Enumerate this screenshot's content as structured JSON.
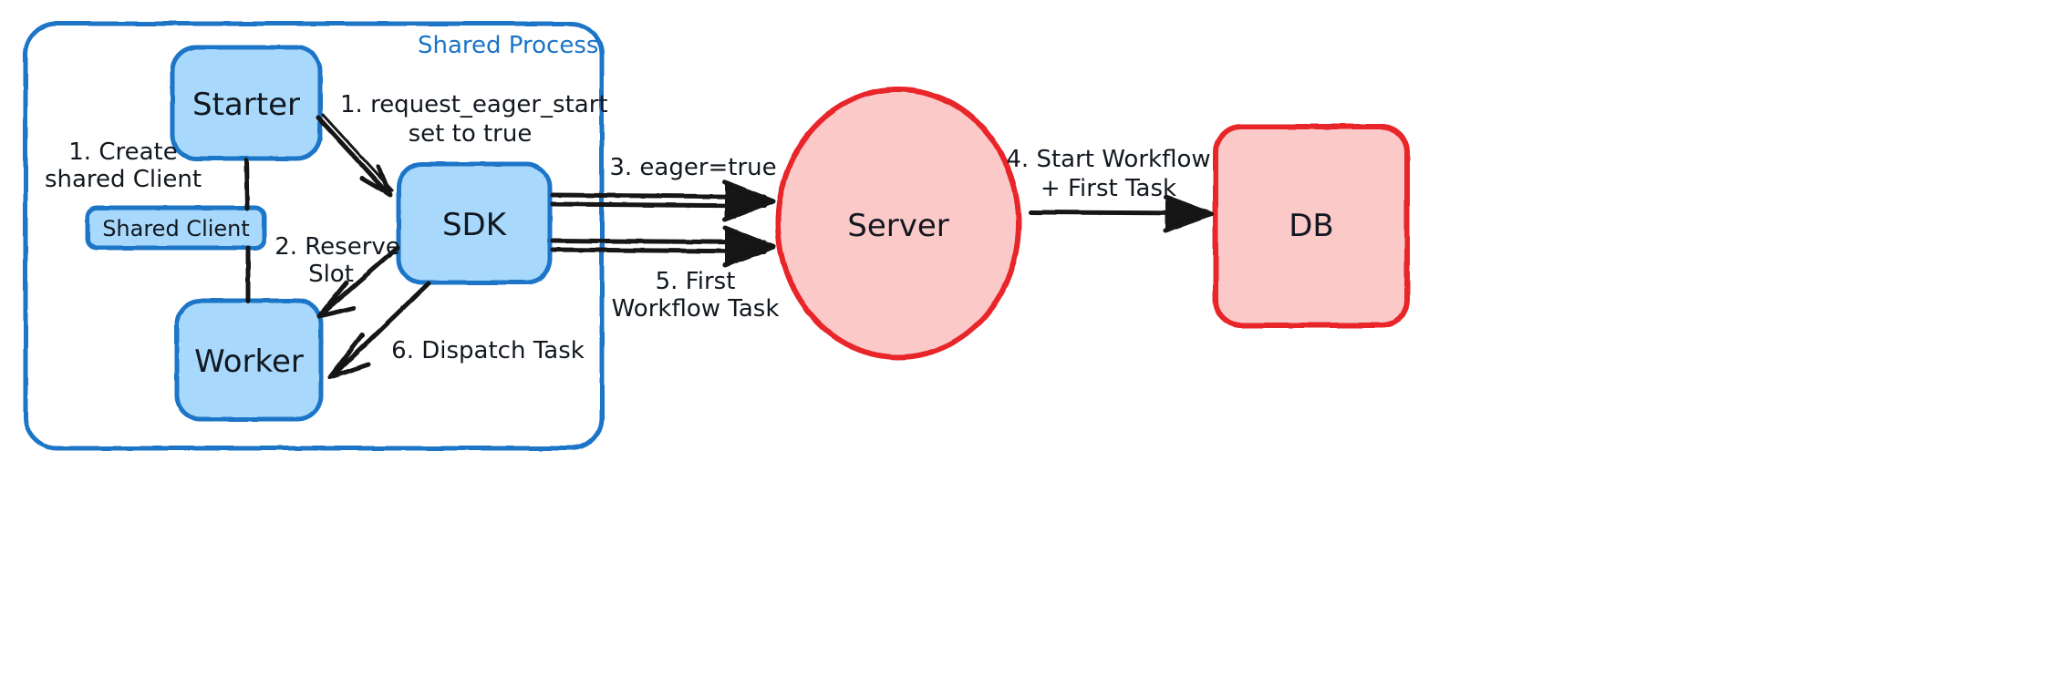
{
  "diagram": {
    "title": "Eager Workflow Start sequence diagram",
    "colors": {
      "blue_fill": "#a8d8fb",
      "blue_stroke": "#1a74c7",
      "pink_fill": "#fcc9c9",
      "red_stroke": "#e8262b",
      "arrow": "#121212",
      "background": "#ffffff"
    },
    "group": {
      "label": "Shared Process",
      "stroke": "#1a74c7"
    },
    "nodes": [
      {
        "id": "starter",
        "label": "Starter",
        "shape": "rounded-rect",
        "fill": "#a8d8fb",
        "stroke": "#1a74c7"
      },
      {
        "id": "shared-client",
        "label": "Shared Client",
        "shape": "rounded-rect",
        "fill": "#a8d8fb",
        "stroke": "#1a74c7"
      },
      {
        "id": "worker",
        "label": "Worker",
        "shape": "rounded-rect",
        "fill": "#a8d8fb",
        "stroke": "#1a74c7"
      },
      {
        "id": "sdk",
        "label": "SDK",
        "shape": "rounded-rect",
        "fill": "#a8d8fb",
        "stroke": "#1a74c7"
      },
      {
        "id": "server",
        "label": "Server",
        "shape": "ellipse",
        "fill": "#fcc9c9",
        "stroke": "#e8262b"
      },
      {
        "id": "db",
        "label": "DB",
        "shape": "rounded-rect",
        "fill": "#fcc9c9",
        "stroke": "#e8262b"
      }
    ],
    "edges": [
      {
        "id": "e1",
        "from": "starter",
        "to": "shared-client",
        "label_line1": "1. Create",
        "label_line2": "shared Client",
        "arrow": false
      },
      {
        "id": "e2",
        "from": "starter",
        "to": "sdk",
        "label_line1": "1. request_eager_start",
        "label_line2": "set to true",
        "arrow": true
      },
      {
        "id": "e3",
        "from": "sdk",
        "to": "worker",
        "label_line1": "2. Reserve",
        "label_line2": "Slot",
        "arrow": true
      },
      {
        "id": "e4",
        "from": "sdk",
        "to": "server",
        "label_line1": "3. eager=true",
        "label_line2": "",
        "arrow": true
      },
      {
        "id": "e5",
        "from": "server",
        "to": "db",
        "label_line1": "4. Start Workflow",
        "label_line2": "+ First Task",
        "arrow": true
      },
      {
        "id": "e6",
        "from": "server",
        "to": "sdk",
        "label_line1": "5. First",
        "label_line2": "Workflow Task",
        "arrow": true
      },
      {
        "id": "e7",
        "from": "sdk",
        "to": "worker",
        "label_line1": "6. Dispatch Task",
        "label_line2": "",
        "arrow": true
      }
    ]
  }
}
